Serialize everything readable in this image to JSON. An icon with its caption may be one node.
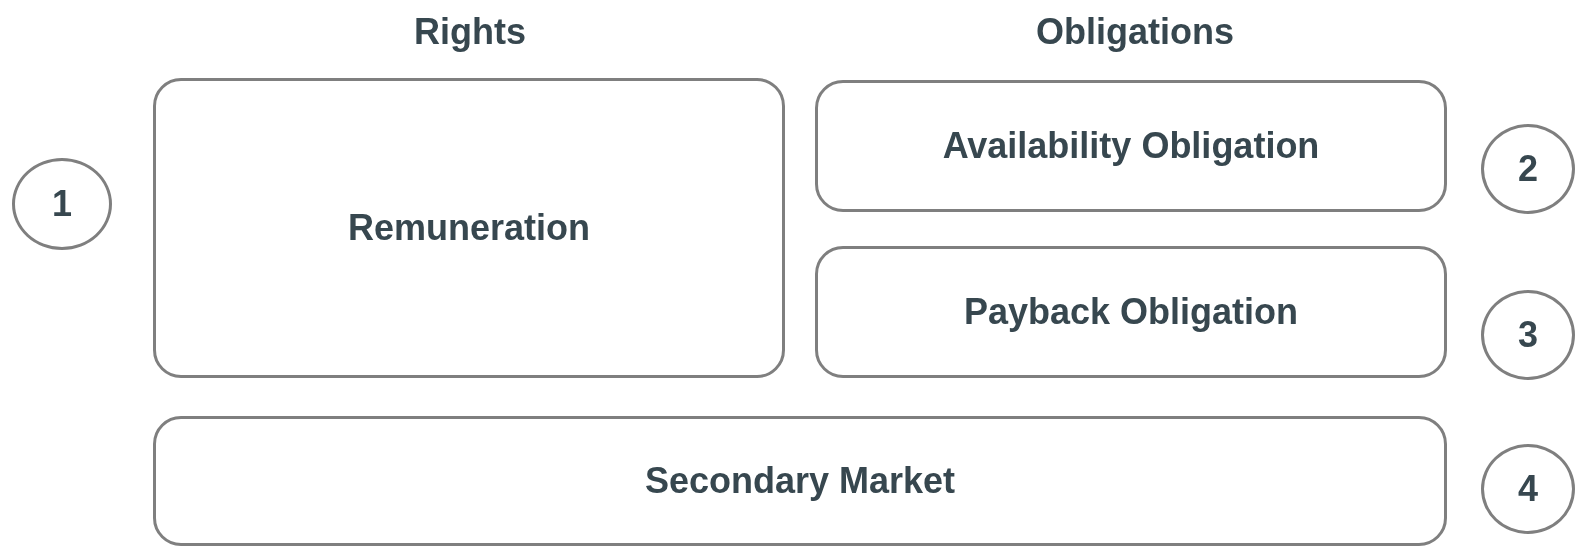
{
  "diagram": {
    "nodes": [
      {
        "text": [
          "1"
        ]
      },
      {
        "text": [
          "Remuneration"
        ]
      },
      {
        "text": [
          "Availability Obligation"
        ]
      },
      {
        "text": [
          "Payback Obligation"
        ]
      },
      {
        "text": [
          "2"
        ]
      },
      {
        "text": [
          "3"
        ]
      },
      {
        "text": [
          "4"
        ]
      },
      {
        "text": [
          "Secondary Market"
        ]
      }
    ],
    "labels": [
      "Rights",
      "Obligations"
    ]
  }
}
